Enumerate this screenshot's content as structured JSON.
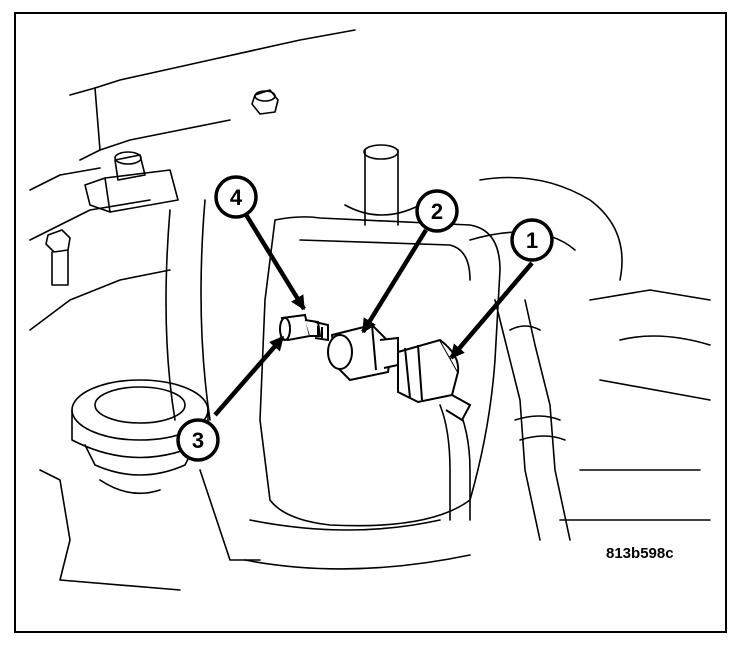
{
  "callouts": [
    {
      "id": "callout-1",
      "label": "1"
    },
    {
      "id": "callout-2",
      "label": "2"
    },
    {
      "id": "callout-3",
      "label": "3"
    },
    {
      "id": "callout-4",
      "label": "4"
    }
  ],
  "figure_id": "813b598c"
}
